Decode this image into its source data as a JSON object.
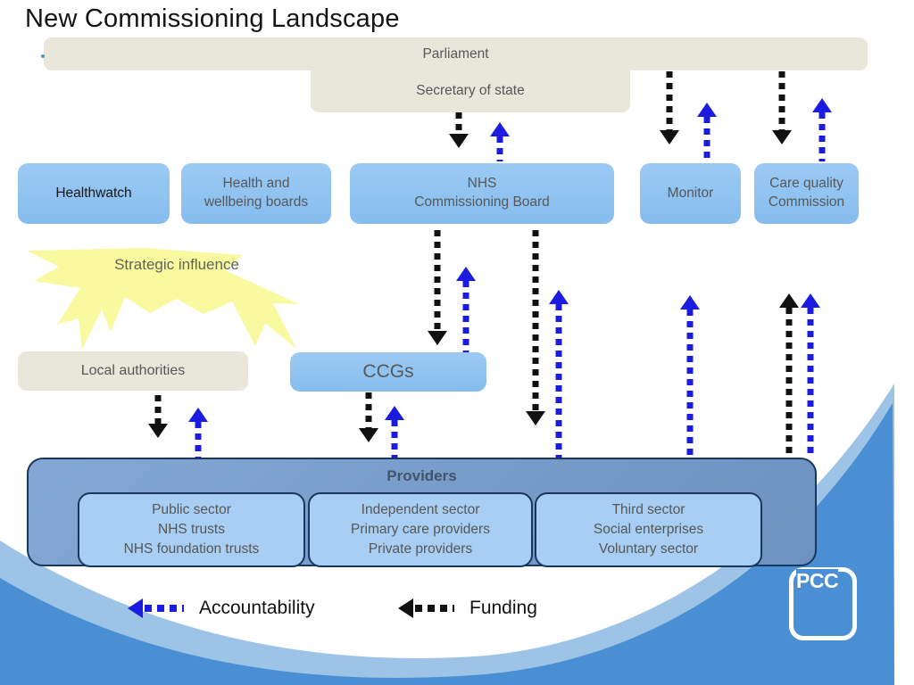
{
  "title": "New Commissioning Landscape",
  "colors": {
    "accountability": "#1c1ce0",
    "funding": "#111111",
    "beige": "#e9e6da",
    "text_gray": "#575757",
    "box_blue": "#8fc3ef",
    "border_navy": "#17375e",
    "providers_fill": "#7899c6",
    "provider_inner": "#a8cef4",
    "swoosh_light": "#9dc3e6",
    "swoosh_dark": "#4a8fd3",
    "burst_yellow": "#f9f9a0"
  },
  "government": {
    "parliament": "Parliament",
    "secretary_of_state": "Secretary of state"
  },
  "boxes": {
    "healthwatch": "Healthwatch",
    "health_wellbeing_boards": "Health and\nwellbeing boards",
    "nhs_commissioning_board": "NHS\nCommissioning Board",
    "monitor": "Monitor",
    "care_quality_commission": "Care quality\nCommission",
    "local_authorities": "Local authorities",
    "ccgs": "CCGs"
  },
  "strategic_influence_label": "Strategic influence",
  "providers": {
    "title": "Providers",
    "public_sector": "Public sector\nNHS trusts\nNHS foundation trusts",
    "independent_sector": "Independent sector\nPrimary care providers\nPrivate providers",
    "third_sector": "Third sector\nSocial enterprises\nVoluntary sector"
  },
  "legend": {
    "accountability": "Accountability",
    "funding": "Funding"
  },
  "logo_text": "PCC"
}
